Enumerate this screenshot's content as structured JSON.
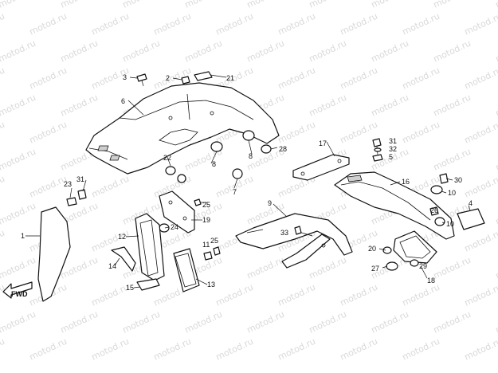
{
  "watermark": "motod.ru",
  "direction_label": "FWD",
  "callouts": {
    "p1": "1",
    "p2": "2",
    "p3": "3",
    "p4": "4",
    "p5": "5",
    "p6": "6",
    "p7": "7",
    "p8a": "8",
    "p8b": "8",
    "p9": "9",
    "p10a": "10",
    "p10b": "10",
    "p11": "11",
    "p12": "12",
    "p13": "13",
    "p14": "14",
    "p15": "15",
    "p16": "16",
    "p17": "17",
    "p18": "18",
    "p19": "19",
    "p20": "20",
    "p21": "21",
    "p22": "22",
    "p23": "23",
    "p24": "24",
    "p25a": "25",
    "p25b": "25",
    "p26": "26",
    "p27": "27",
    "p28": "28",
    "p29": "29",
    "p30": "30",
    "p31a": "31",
    "p31b": "31",
    "p32": "32",
    "p33": "33"
  }
}
